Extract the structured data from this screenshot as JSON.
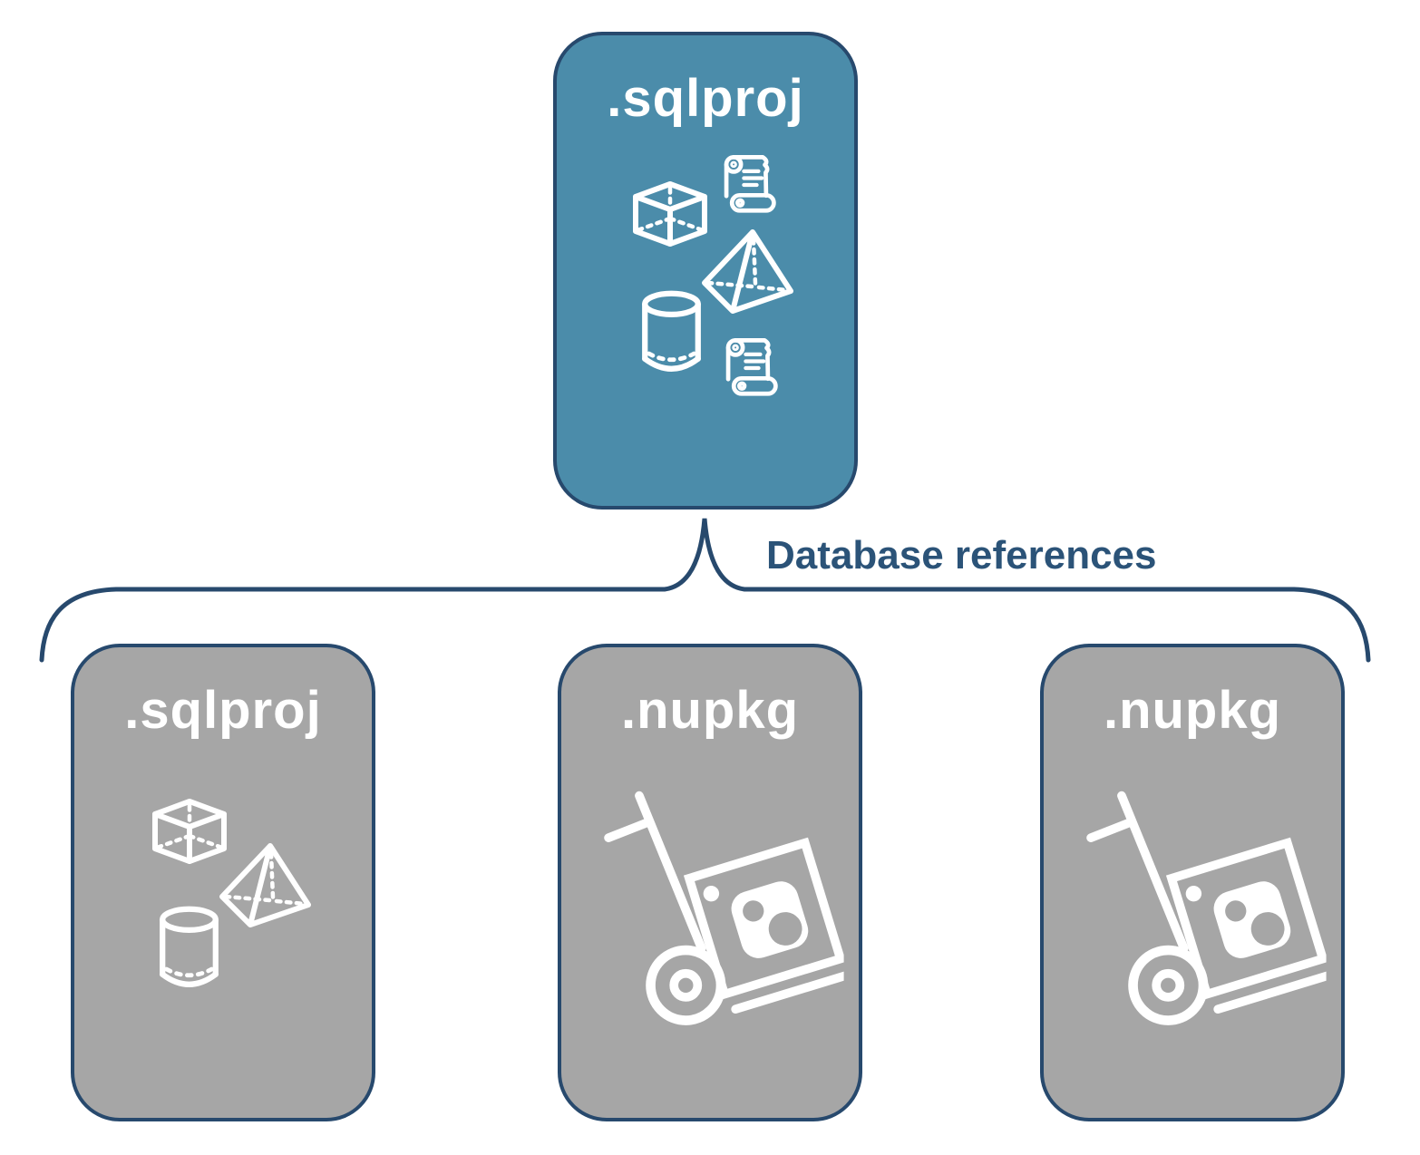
{
  "diagram": {
    "connector_label": "Database references",
    "root_node": {
      "label": ".sqlproj",
      "icons": [
        "sql-script-scroll-icon",
        "cube-icon",
        "pyramid-icon",
        "database-cylinder-icon",
        "sql-script-scroll-icon"
      ]
    },
    "child_nodes": [
      {
        "label": ".sqlproj",
        "icons": [
          "cube-icon",
          "pyramid-icon",
          "database-cylinder-icon"
        ]
      },
      {
        "label": ".nupkg",
        "icons": [
          "nuget-package-dolly-icon"
        ]
      },
      {
        "label": ".nupkg",
        "icons": [
          "nuget-package-dolly-icon"
        ]
      }
    ],
    "colors": {
      "root_fill": "#4B8CAA",
      "child_fill": "#A6A6A6",
      "node_border": "#27496D",
      "icon": "#FFFFFF",
      "connector": "#27496D",
      "connector_label_text": "#2B5378"
    }
  }
}
